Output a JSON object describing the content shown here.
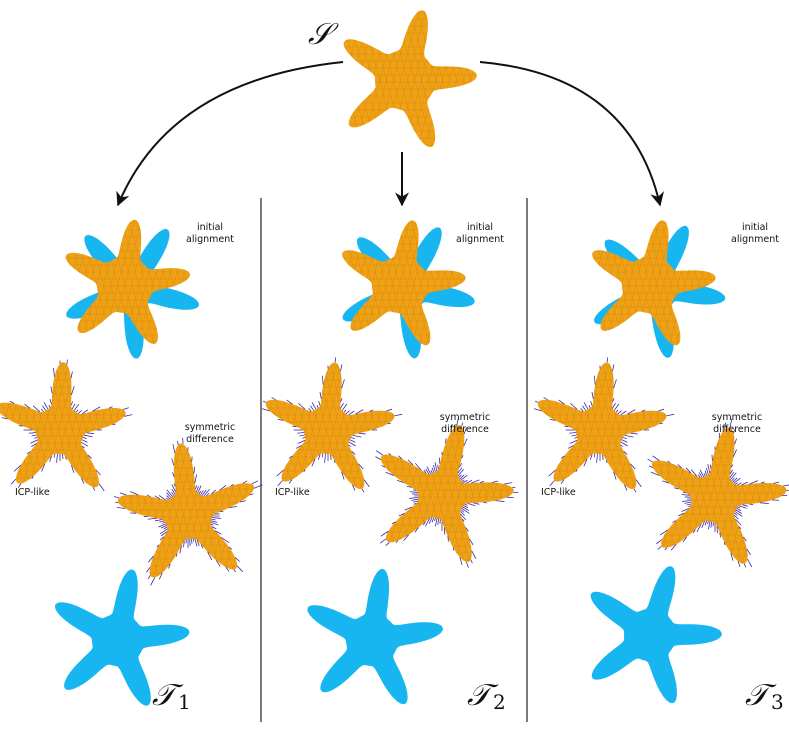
{
  "source": {
    "symbol": "𝒮"
  },
  "colors": {
    "source_mesh": "#f0a216",
    "target": "#18b6f0",
    "mesh_lines": "#c07a08",
    "vectors": "#3a2aa8"
  },
  "columns": [
    {
      "initial_label_1": "initial",
      "initial_label_2": "alignment",
      "icp_label": "ICP-like",
      "symdiff_label_1": "symmetric",
      "symdiff_label_2": "difference",
      "target_symbol": "𝒯",
      "target_index": "1"
    },
    {
      "initial_label_1": "initial",
      "initial_label_2": "alignment",
      "icp_label": "ICP-like",
      "symdiff_label_1": "symmetric",
      "symdiff_label_2": "difference",
      "target_symbol": "𝒯",
      "target_index": "2"
    },
    {
      "initial_label_1": "initial",
      "initial_label_2": "alignment",
      "icp_label": "ICP-like",
      "symdiff_label_1": "symmetric",
      "symdiff_label_2": "difference",
      "target_symbol": "𝒯",
      "target_index": "3"
    }
  ]
}
